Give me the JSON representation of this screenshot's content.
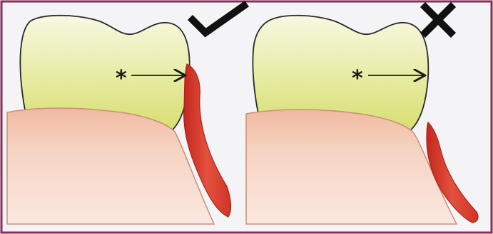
{
  "panels": [
    {
      "id": "correct",
      "marker_icon": "checkmark-icon",
      "marker_meaning": "correct",
      "asterisk": "*"
    },
    {
      "id": "incorrect",
      "marker_icon": "cross-icon",
      "marker_meaning": "incorrect",
      "asterisk": "*"
    }
  ],
  "colors": {
    "border": "#8a2a5a",
    "tooth_fill_top": "#f4f6d2",
    "tooth_fill_bottom": "#d8e07a",
    "tooth_outline": "#2a2a2a",
    "gum_fill": "#f2c7b2",
    "gum_outline": "#c98f78",
    "red_tissue": "#e0483a",
    "red_tissue_dark": "#b62a20",
    "background": "#f3f3f5",
    "mark_color": "#1a1a1a"
  }
}
